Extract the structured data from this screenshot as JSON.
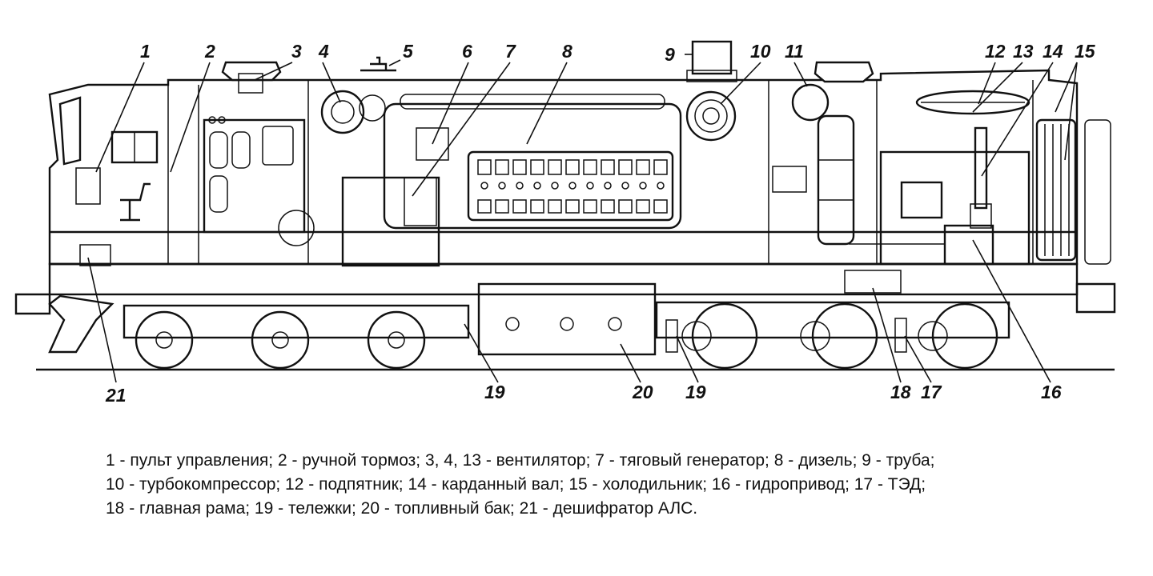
{
  "callouts": {
    "n1": "1",
    "n2": "2",
    "n3": "3",
    "n4": "4",
    "n5": "5",
    "n6": "6",
    "n7": "7",
    "n8": "8",
    "n9": "9",
    "n10": "10",
    "n11": "11",
    "n12": "12",
    "n13": "13",
    "n14": "14",
    "n15": "15",
    "n16": "16",
    "n17": "17",
    "n18": "18",
    "n19a": "19",
    "n19b": "19",
    "n20": "20",
    "n21": "21"
  },
  "legend": {
    "line1": "1 - пульт управления; 2 - ручной тормоз; 3, 4, 13 - вентилятор; 7 - тяговый генератор; 8 - дизель; 9 - труба;",
    "line2": "10 - турбокомпрессор; 12 - подпятник; 14 - карданный вал; 15 - холодильник; 16 - гидропривод; 17 - ТЭД;",
    "line3": "18 - главная рама; 19 - тележки; 20 - топливный бак; 21 - дешифратор АЛС."
  }
}
